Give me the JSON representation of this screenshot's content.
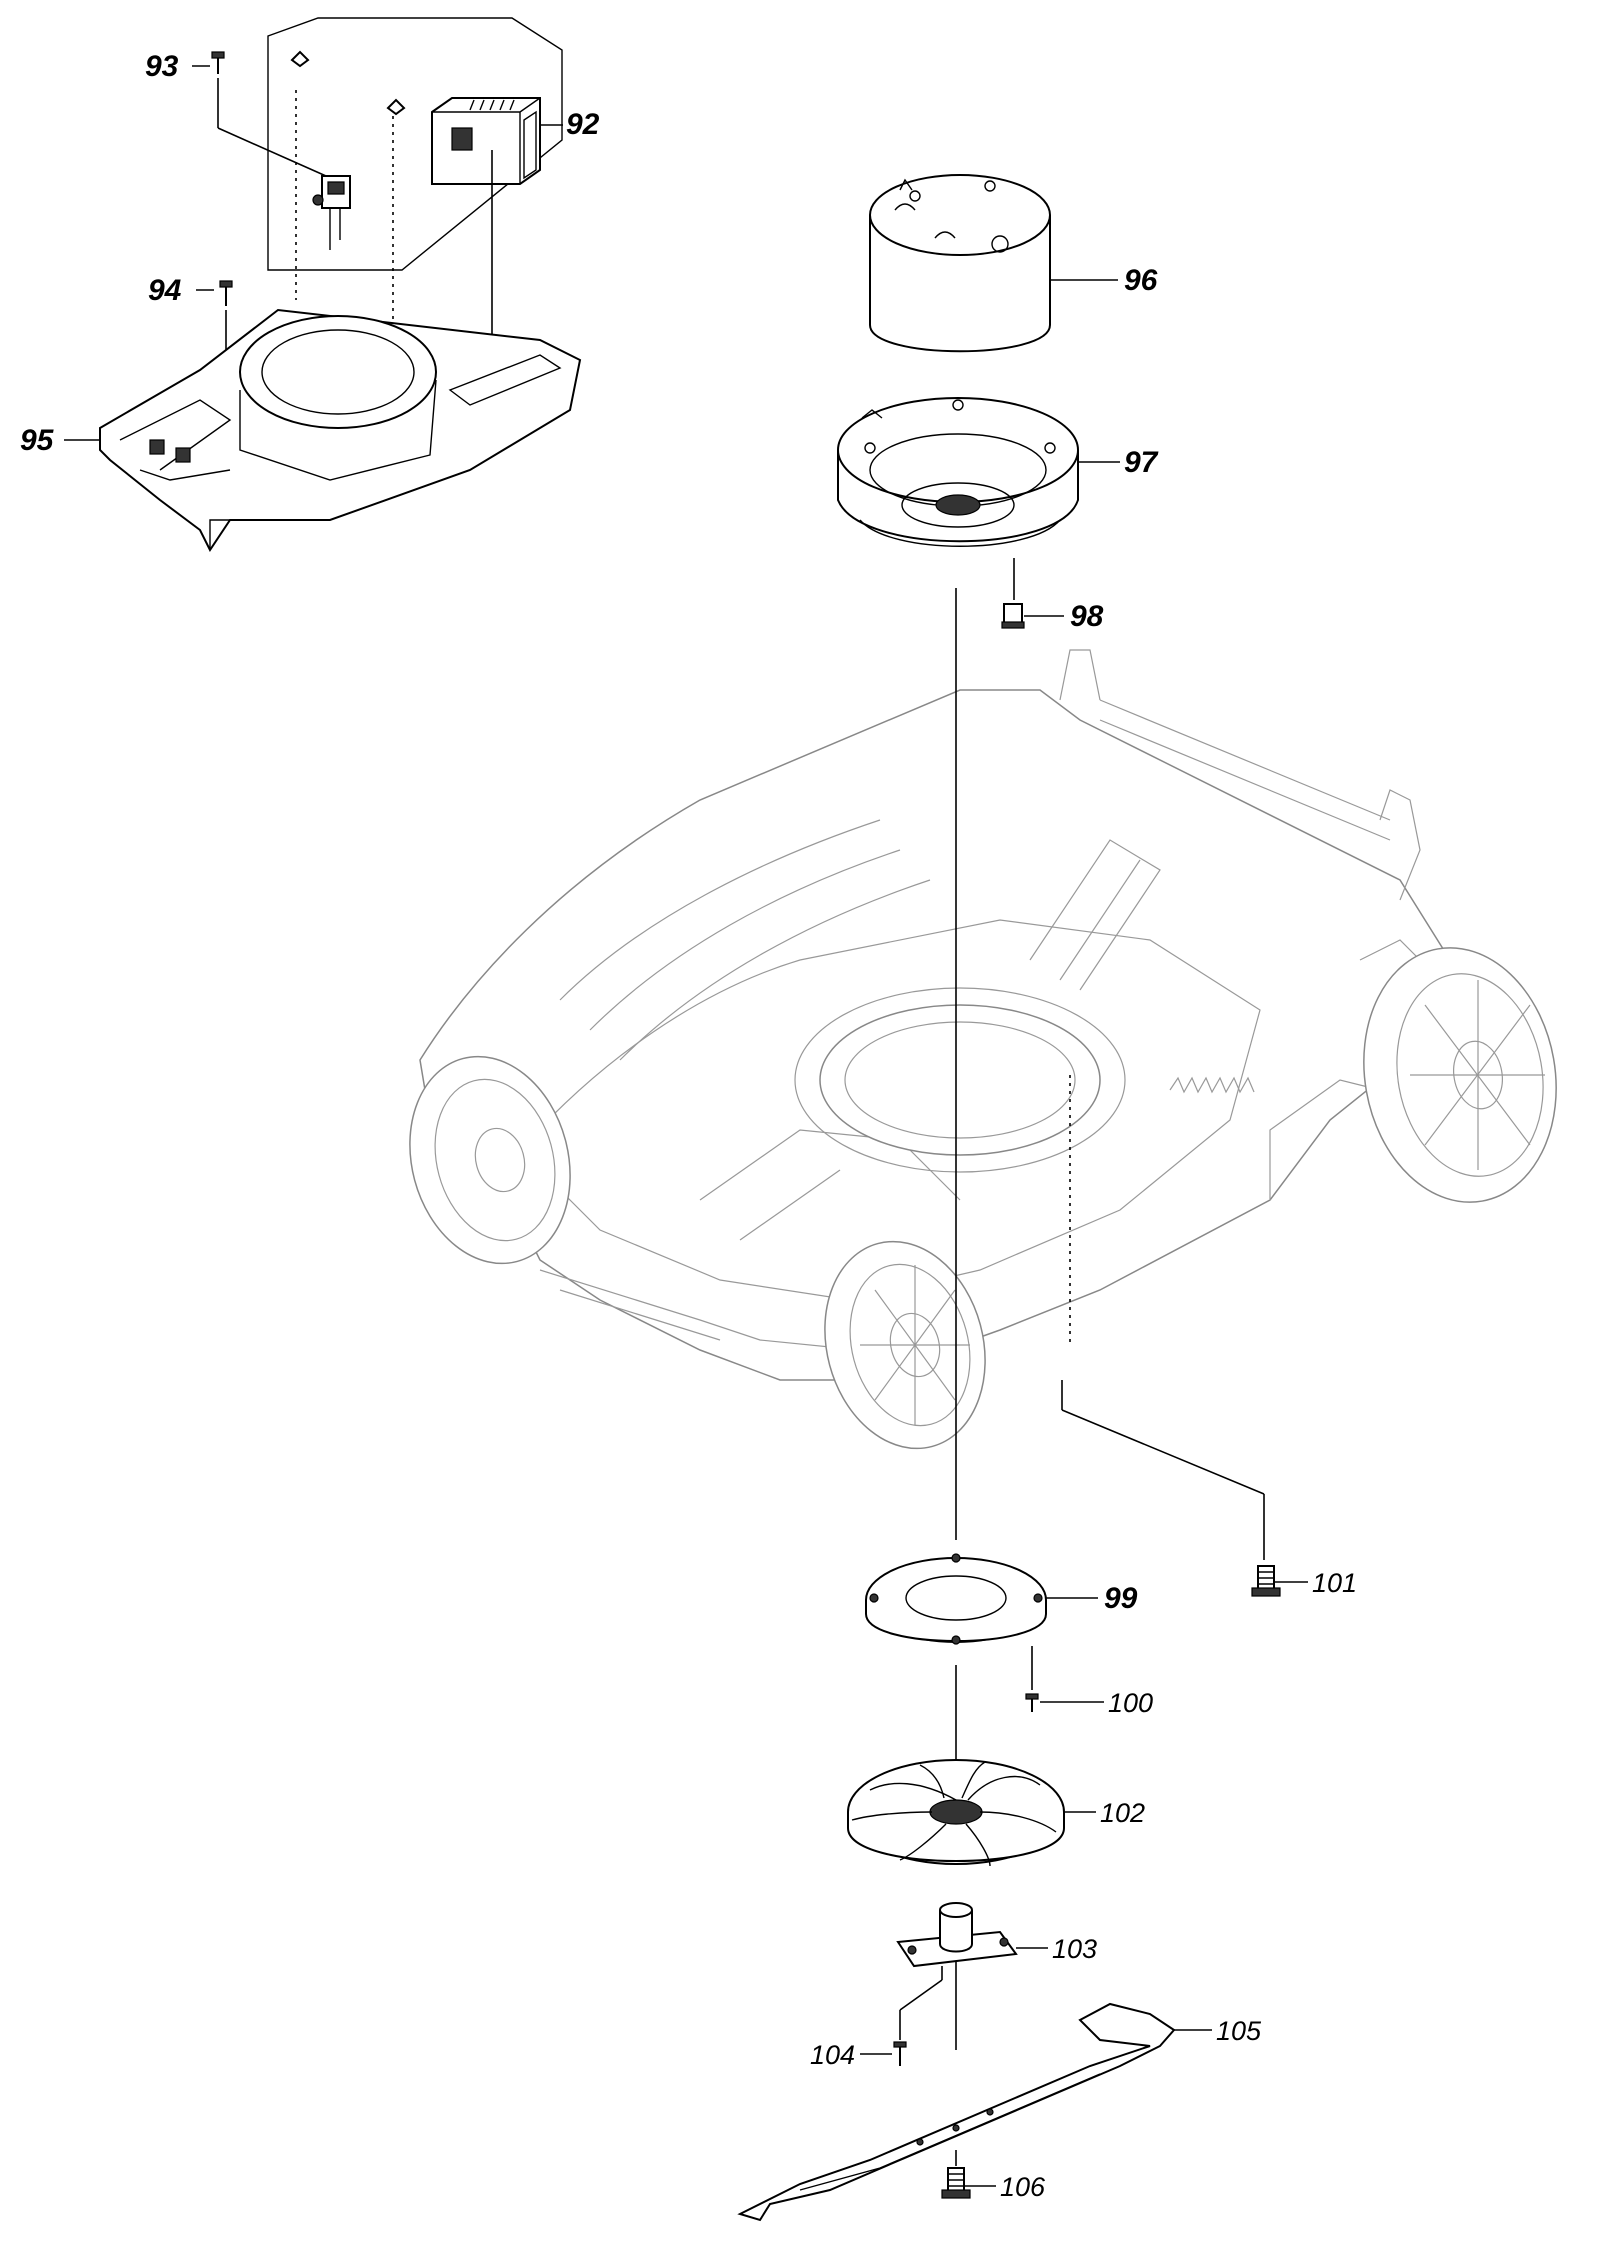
{
  "parts": {
    "p92": "92",
    "p93": "93",
    "p94": "94",
    "p95": "95",
    "p96": "96",
    "p97": "97",
    "p98": "98",
    "p99": "99",
    "p100": "100",
    "p101": "101",
    "p102": "102",
    "p103": "103",
    "p104": "104",
    "p105": "105",
    "p106": "106"
  }
}
